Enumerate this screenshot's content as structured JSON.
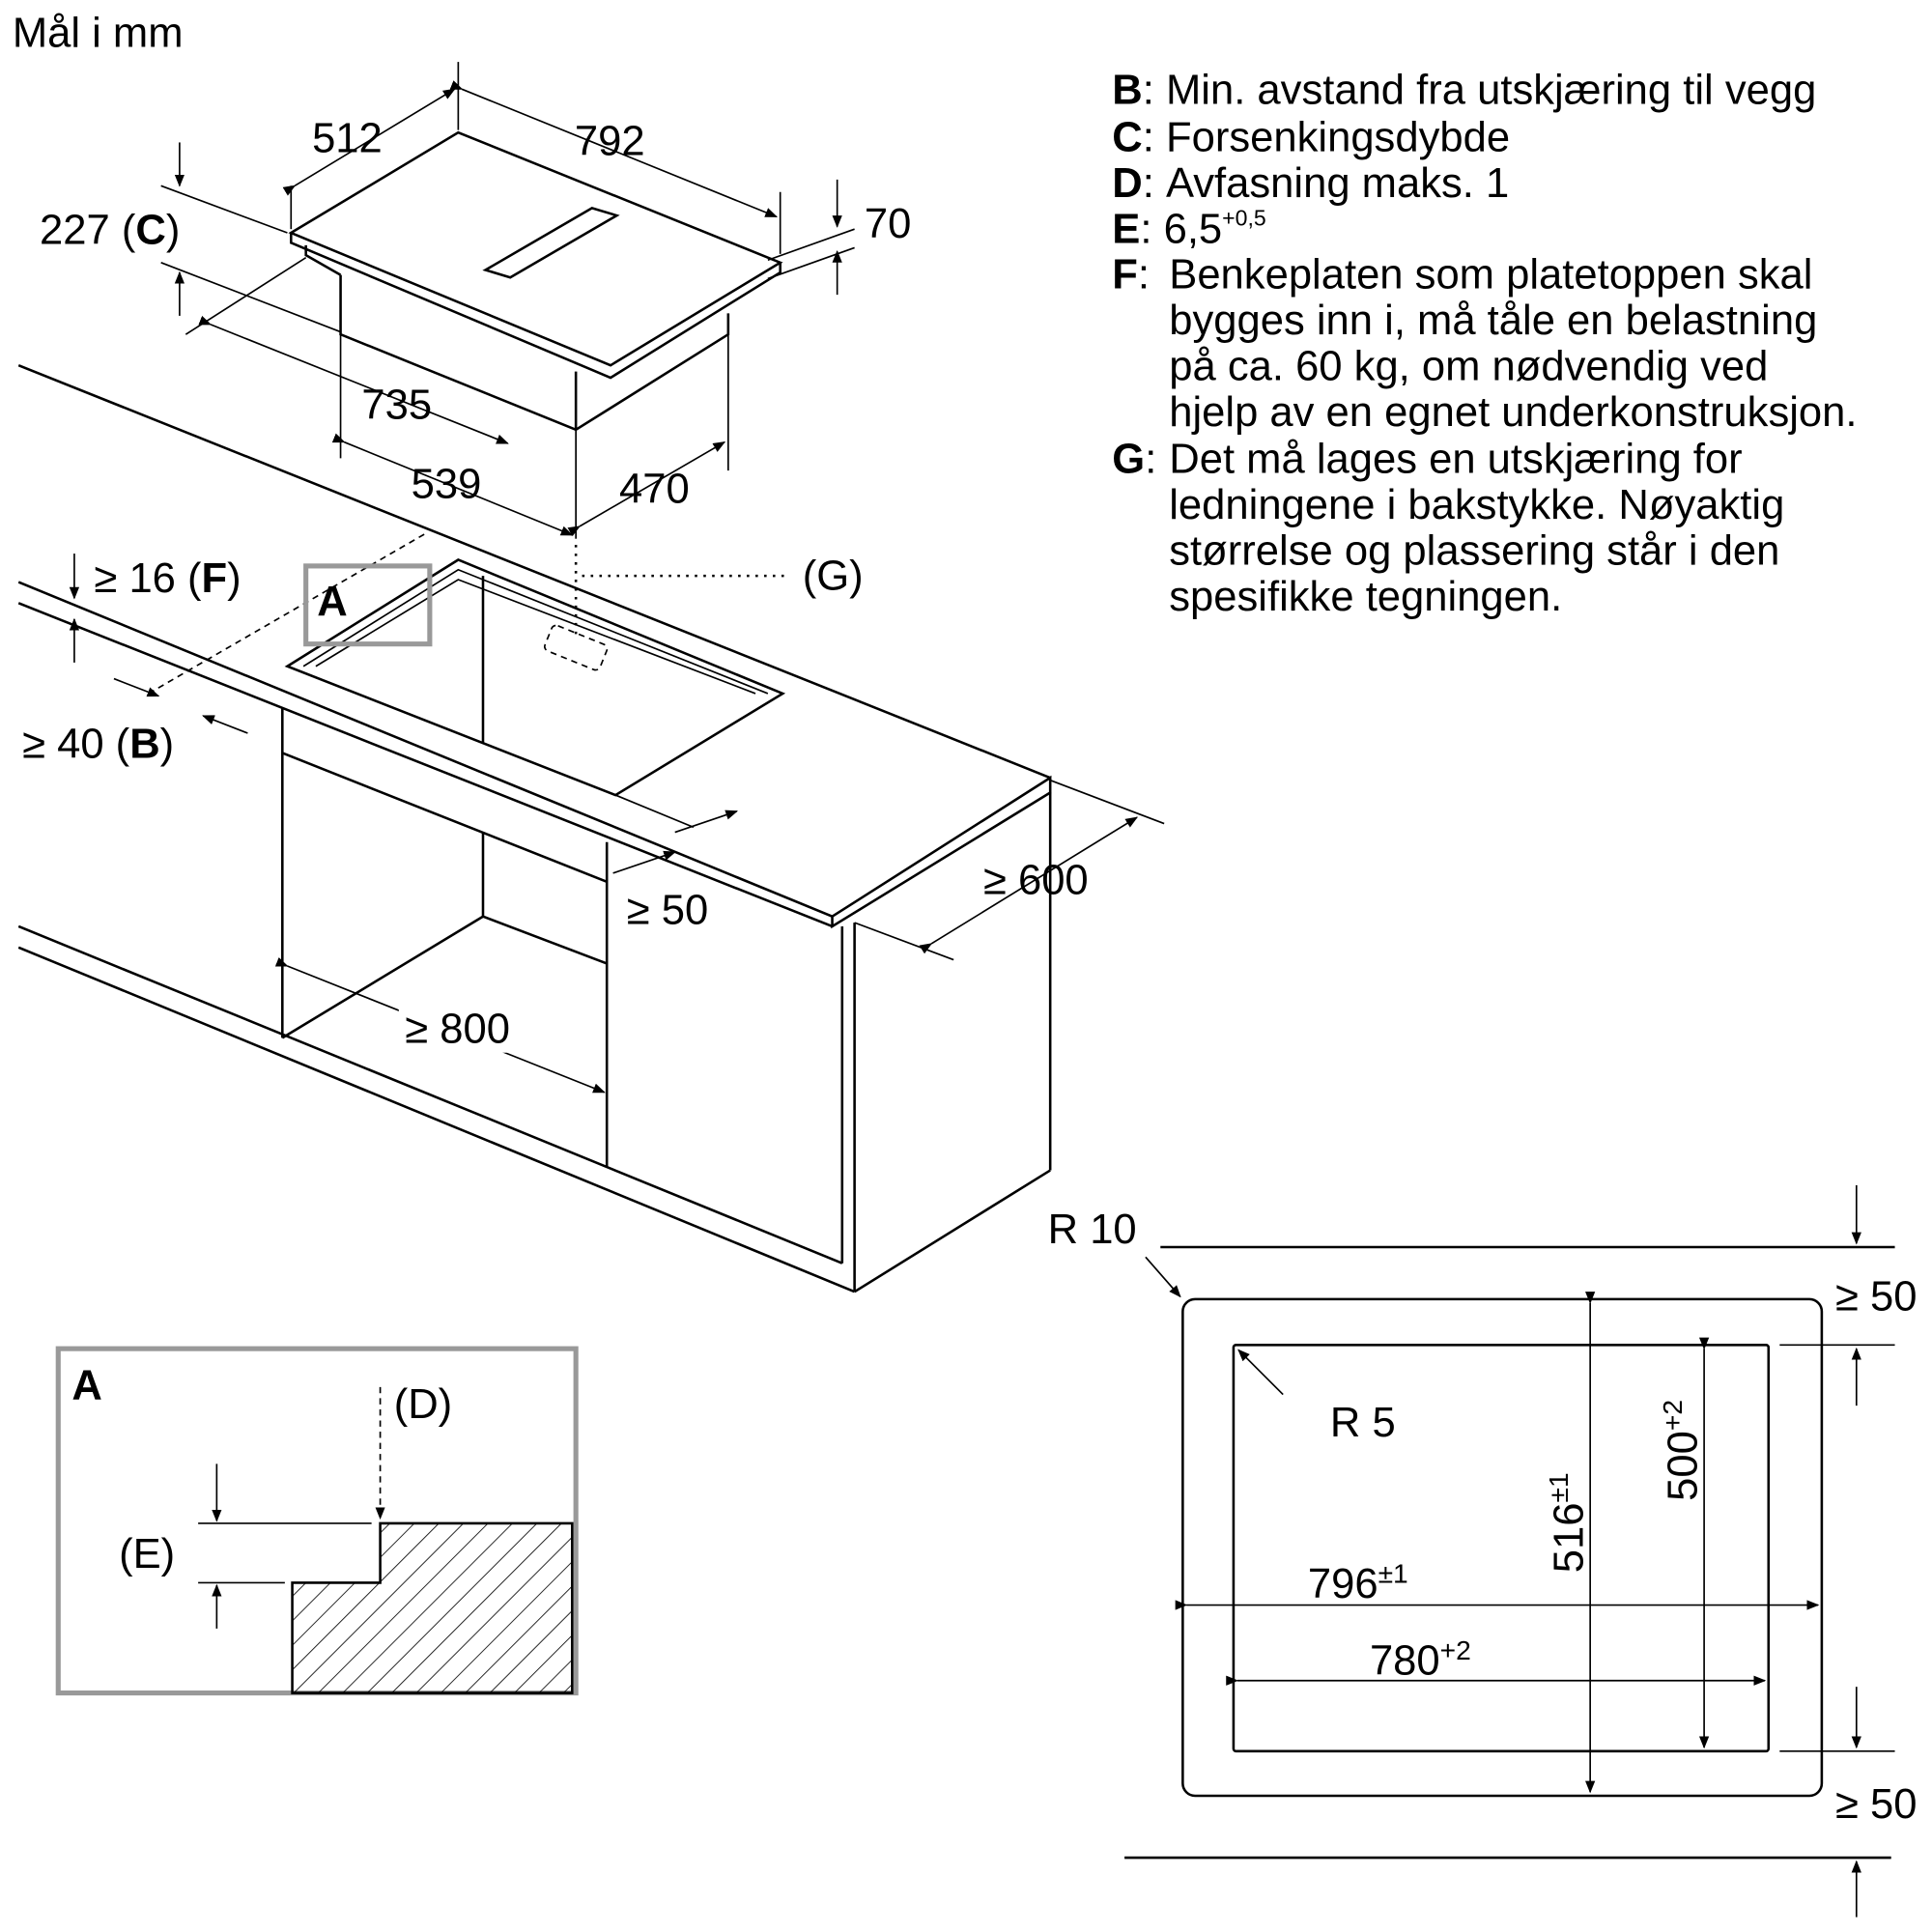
{
  "title": "Mål i mm",
  "legend": [
    {
      "key": "B",
      "text": "Min. avstand fra utskjæring til vegg"
    },
    {
      "key": "C",
      "text": "Forsenkingsdybde"
    },
    {
      "key": "D",
      "text": "Avfasning maks. 1"
    },
    {
      "key": "E",
      "text": "6,5",
      "sup": "+0,5"
    },
    {
      "key": "F",
      "lines": [
        "Benkeplaten som platetoppen skal",
        "bygges inn i, må tåle en belastning",
        "på ca. 60 kg, om nødvendig ved",
        "hjelp av en egnet underkonstruksjon."
      ]
    },
    {
      "key": "G",
      "lines": [
        "Det må lages en utskjæring for",
        "ledningene i bakstykke. Nøyaktig",
        "størrelse og plassering står i den",
        "spesifikke tegningen."
      ]
    }
  ],
  "hob_dims": {
    "d512": "512",
    "d792": "792",
    "d227": "227 (",
    "c": "C",
    "close": ")",
    "d70": "70",
    "d735": "735",
    "d539": "539",
    "d470": "470"
  },
  "counter_dims": {
    "f16": "≥ 16 (",
    "f": "F",
    "b40": "≥ 40 (",
    "b": "B",
    "close": ")",
    "a": "A",
    "g": "(G)",
    "d50": "≥ 50",
    "d600": "≥ 600",
    "d800": "≥ 800"
  },
  "detail": {
    "label": "A",
    "d": "(D)",
    "e": "(E)"
  },
  "cutout": {
    "r10": "R 10",
    "r5": "R 5",
    "w796": "796",
    "w796_tol": "±1",
    "w780": "780",
    "w780_tol": "+2",
    "h516": "516",
    "h516_tol": "±1",
    "h500": "500",
    "h500_tol": "+2",
    "top50": "≥ 50",
    "bot50": "≥ 50"
  }
}
